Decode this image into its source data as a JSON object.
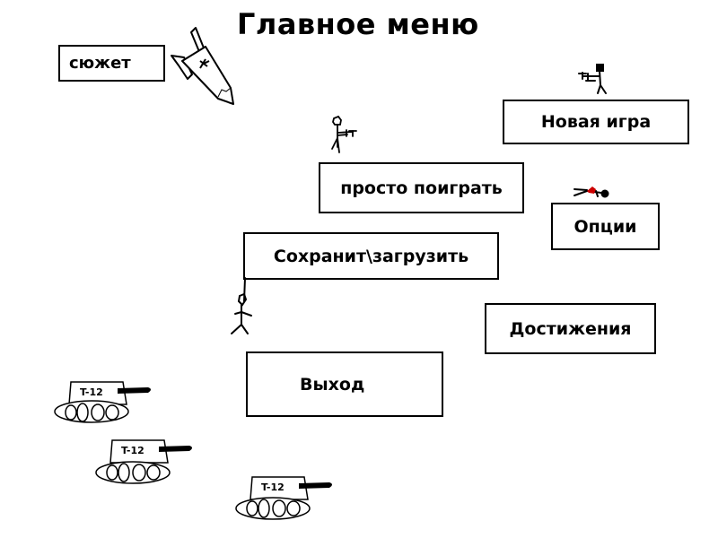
{
  "title": "Главное меню",
  "buttons": {
    "story": "сюжет",
    "new_game": "Новая игра",
    "just_play": "просто поиграть",
    "options": "Опции",
    "save_load": "Сохранит\\загрузить",
    "achievements": "Достижения",
    "exit": "Выход"
  },
  "decorations": {
    "tank_label": "T-12",
    "tank_count": 3,
    "blood_color": "#cc0000"
  }
}
